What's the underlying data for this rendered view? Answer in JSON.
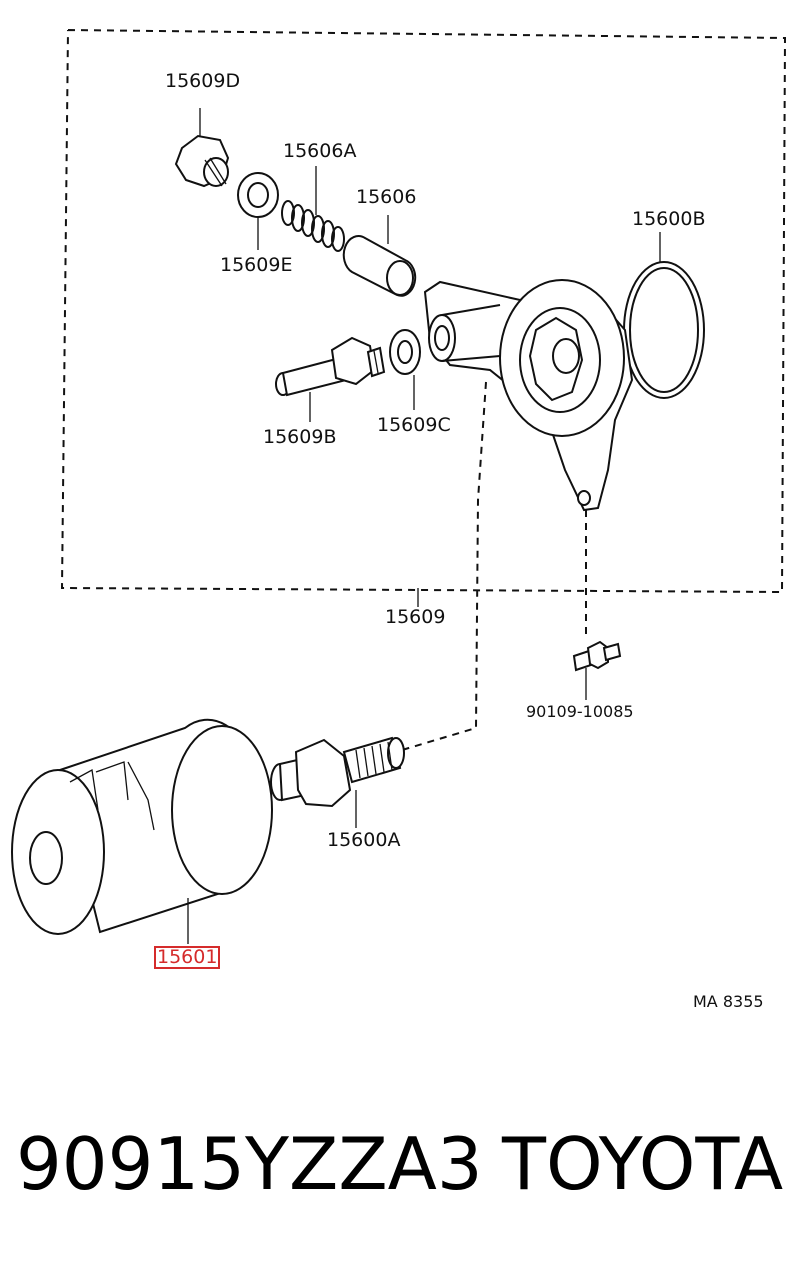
{
  "labels": {
    "p15609D": "15609D",
    "p15606A": "15606A",
    "p15606": "15606",
    "p15600B": "15600B",
    "p15609E": "15609E",
    "p15609B": "15609B",
    "p15609C": "15609C",
    "p15609": "15609",
    "p90109": "90109-10085",
    "p15600A": "15600A",
    "p15601": "15601",
    "diagram_code": "MA 8355"
  },
  "footer": {
    "part_number": "90915YZZA3",
    "brand": "TOYOTA"
  },
  "colors": {
    "highlight": "#d52b2b",
    "ink": "#111111"
  }
}
